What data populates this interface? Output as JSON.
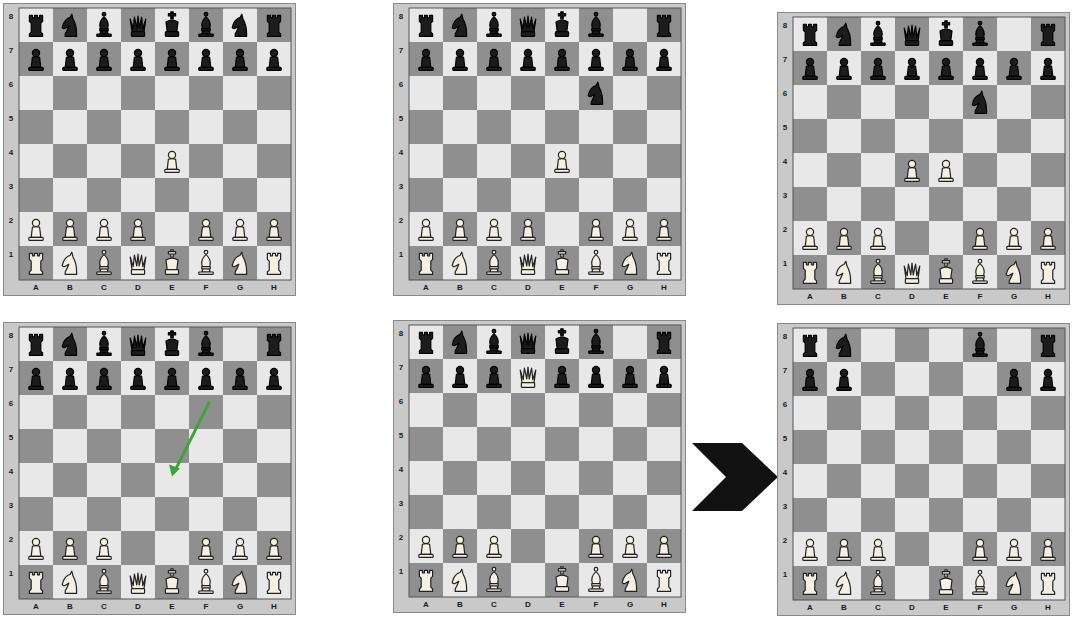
{
  "diagram": {
    "labels": [
      "8",
      "7",
      "6",
      "5",
      "4",
      "3",
      "2",
      "1",
      "A",
      "B",
      "C",
      "D",
      "E",
      "F",
      "G",
      "H",
      "8",
      "7",
      "6",
      "5",
      "4",
      "3",
      "2",
      "1",
      "A",
      "B",
      "C",
      "D",
      "E",
      "F",
      "G",
      "H",
      "8",
      "7",
      "6",
      "5",
      "4",
      "3",
      "2",
      "1",
      "A",
      "B",
      "C",
      "D",
      "E",
      "F",
      "G",
      "H",
      "8",
      "7",
      "6",
      "5",
      "4",
      "3",
      "2",
      "1",
      "A",
      "B",
      "C",
      "D",
      "E",
      "F",
      "G",
      "H",
      "8",
      "7",
      "6",
      "5",
      "4",
      "3",
      "2",
      "1",
      "A",
      "B",
      "C",
      "D",
      "E",
      "F",
      "G",
      "H",
      "8",
      "7",
      "6",
      "5",
      "4",
      "3",
      "2",
      "1",
      "A",
      "B",
      "C",
      "D",
      "E",
      "F",
      "G",
      "H"
    ]
  }
}
